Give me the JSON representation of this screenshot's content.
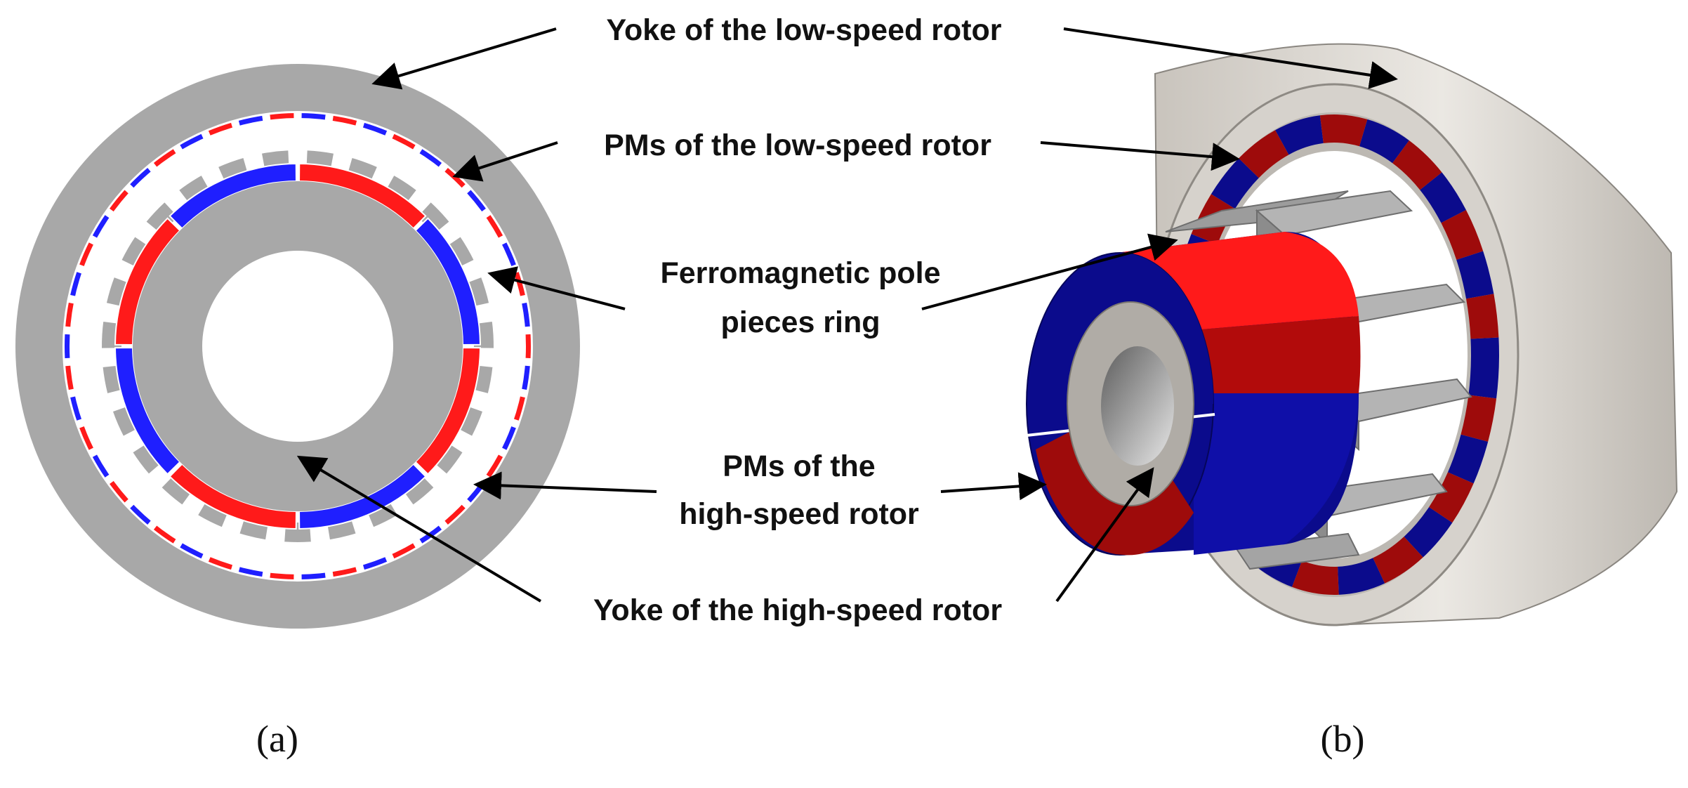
{
  "figure": {
    "panel_a_caption": "(a)",
    "panel_b_caption": "(b)"
  },
  "labels": {
    "yoke_low": "Yoke of the low-speed rotor",
    "pms_low": "PMs of the low-speed rotor",
    "pole_ring_line1": "Ferromagnetic pole",
    "pole_ring_line2": "pieces ring",
    "pms_high_line1": "PMs of the",
    "pms_high_line2": "high-speed rotor",
    "yoke_high": "Yoke of the high-speed rotor"
  },
  "colors": {
    "pm_red": "#ff1a1a",
    "pm_blue": "#1f1fff",
    "steel_gray": "#a8a8a8",
    "dark_red": "#9e0b0b",
    "dark_blue": "#0b0b8c",
    "shell": "#e4e1dc"
  },
  "icons": [
    "arrow-icon"
  ]
}
